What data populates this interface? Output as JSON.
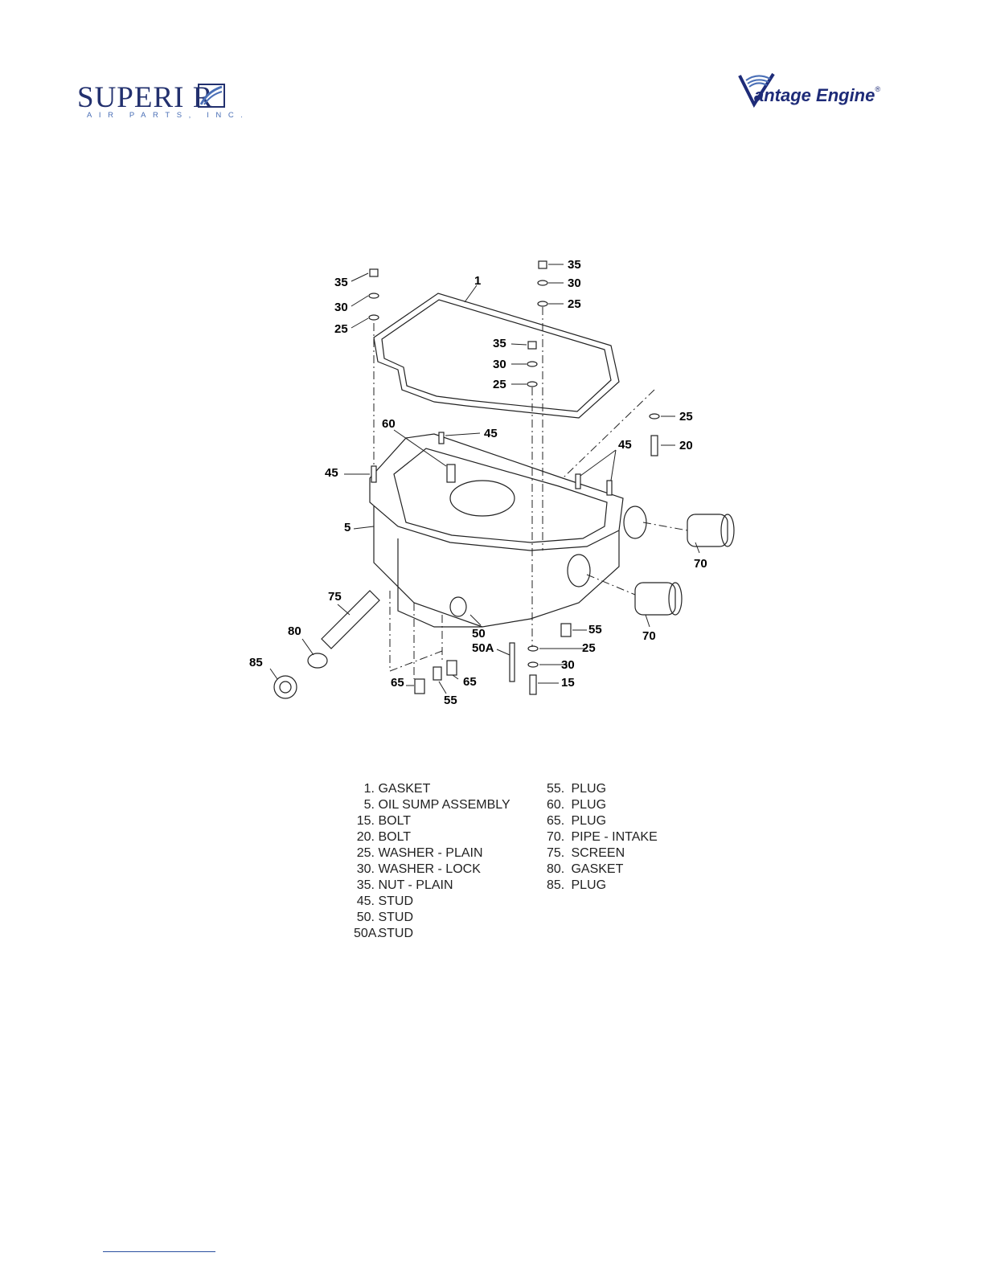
{
  "header": {
    "left_logo": {
      "word": "SUPERI  R",
      "sub": "AIR PARTS, INC.",
      "color": "#22306e"
    },
    "right_logo": {
      "word": "antage Engine",
      "reg": "®",
      "color": "#1e2b78"
    }
  },
  "diagram": {
    "callouts": {
      "c35a": "35",
      "c30a": "30",
      "c25a": "25",
      "c1": "1",
      "c35b": "35",
      "c30b": "30",
      "c25b": "25",
      "c35c": "35",
      "c30c": "30",
      "c25c": "25",
      "c25d": "25",
      "c20": "20",
      "c45a": "45",
      "c45b": "45",
      "c45c": "45",
      "c60": "60",
      "c5": "5",
      "c70a": "70",
      "c70b": "70",
      "c75": "75",
      "c80": "80",
      "c85": "85",
      "c50": "50",
      "c50a": "50A",
      "c55a": "55",
      "c25e": "25",
      "c30e": "30",
      "c15": "15",
      "c65a": "65",
      "c65b": "65",
      "c55b": "55"
    }
  },
  "legend": {
    "col1": [
      {
        "num": "1.",
        "label": "GASKET"
      },
      {
        "num": "5.",
        "label": "OIL SUMP ASSEMBLY"
      },
      {
        "num": "15.",
        "label": "BOLT"
      },
      {
        "num": "20.",
        "label": "BOLT"
      },
      {
        "num": "25.",
        "label": "WASHER - PLAIN"
      },
      {
        "num": "30.",
        "label": "WASHER - LOCK"
      },
      {
        "num": "35.",
        "label": "NUT - PLAIN"
      },
      {
        "num": "45.",
        "label": "STUD"
      },
      {
        "num": "50.",
        "label": "STUD"
      },
      {
        "num": "50A.",
        "label": "STUD"
      }
    ],
    "col2": [
      {
        "num": "55.",
        "label": "PLUG"
      },
      {
        "num": "60.",
        "label": "PLUG"
      },
      {
        "num": "65.",
        "label": "PLUG"
      },
      {
        "num": "70.",
        "label": "PIPE - INTAKE"
      },
      {
        "num": "75.",
        "label": "SCREEN"
      },
      {
        "num": "80.",
        "label": "GASKET"
      },
      {
        "num": "85.",
        "label": "PLUG"
      }
    ]
  }
}
